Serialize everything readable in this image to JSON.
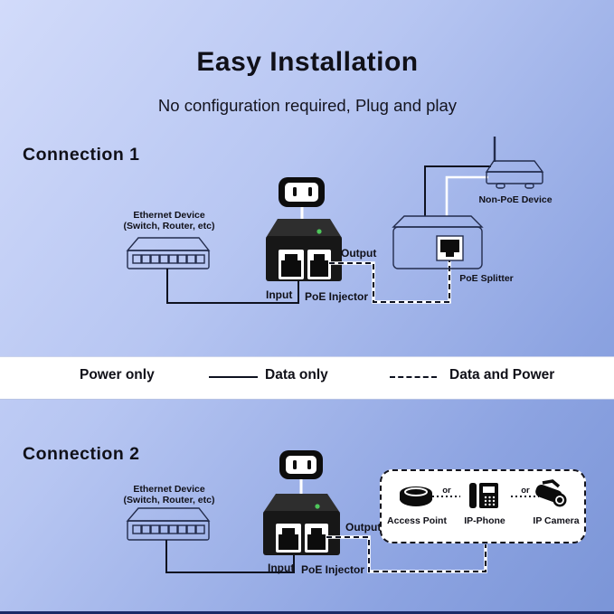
{
  "header": {
    "title": "Easy Installation",
    "subtitle": "No configuration required, Plug and play"
  },
  "legend": {
    "power_only": "Power only",
    "data_only": "Data only",
    "data_and_power": "Data and Power"
  },
  "connection1": {
    "heading": "Connection 1",
    "ethernet_device_line1": "Ethernet Device",
    "ethernet_device_line2": "(Switch, Router, etc)",
    "input_label": "Input",
    "injector_label": "PoE Injector",
    "output_label": "Output",
    "splitter_label": "PoE Splitter",
    "non_poe_label": "Non-PoE Device"
  },
  "connection2": {
    "heading": "Connection 2",
    "ethernet_device_line1": "Ethernet Device",
    "ethernet_device_line2": "(Switch, Router, etc)",
    "input_label": "Input",
    "injector_label": "PoE Injector",
    "output_label": "Output",
    "or_label_1": "or",
    "or_label_2": "or",
    "devices": {
      "access_point": "Access Point",
      "ip_phone": "IP-Phone",
      "ip_camera": "IP Camera"
    }
  },
  "icons": {
    "ethernet-switch-icon": "outline 8-port switch",
    "power-outlet-icon": "black AC wall outlet with two slots",
    "poe-injector-icon": "black box with two RJ45 ports and green LED",
    "poe-splitter-icon": "outline box with RJ45 port",
    "non-poe-device-icon": "outline router with antenna",
    "access-point-icon": "black disc access point",
    "ip-phone-icon": "black desk phone",
    "ip-camera-icon": "black bullet camera"
  },
  "colors": {
    "background_start": "#d2dbfa",
    "background_end": "#7b95d7",
    "legend_band": "#ffffff",
    "outline": "#232c4c",
    "injector_body": "#171717",
    "injector_top": "#2e2e2e",
    "led_green": "#4ec75b",
    "data_line": "#0e1220",
    "power_line": "#ffffff",
    "text": "#101018",
    "bottom_bar": "#1a2a66"
  }
}
